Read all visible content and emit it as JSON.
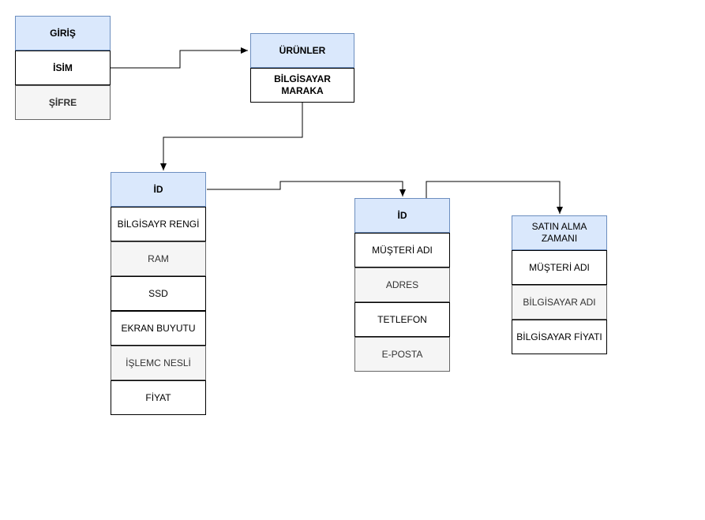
{
  "tables": {
    "giris": {
      "header": "GİRİŞ",
      "rows": [
        "İSİM",
        "ŞİFRE"
      ]
    },
    "urunler": {
      "header": "ÜRÜNLER",
      "rows": [
        "BİLGİSAYAR MARAKA"
      ]
    },
    "urun_id": {
      "header": "İD",
      "rows": [
        "BİLGİSAYR RENGİ",
        "RAM",
        "SSD",
        "EKRAN BUYUTU",
        "İŞLEMC NESLİ",
        "FİYAT"
      ]
    },
    "musteri": {
      "header": "İD",
      "rows": [
        "MÜŞTERİ ADI",
        "ADRES",
        "TETLEFON",
        "E-POSTA"
      ]
    },
    "satis": {
      "header": "SATIN ALMA ZAMANI",
      "rows": [
        "MÜŞTERİ ADI",
        "BİLGİSAYAR ADI",
        "BİLGİSAYAR FİYATI"
      ]
    }
  },
  "connectors": [
    {
      "from": "İSİM",
      "to": "ÜRÜNLER"
    },
    {
      "from": "BİLGİSAYAR MARAKA",
      "to": "İD"
    },
    {
      "from": "İD",
      "to": "İD"
    },
    {
      "from": "İD",
      "to": "SATIN ALMA ZAMANI"
    }
  ]
}
